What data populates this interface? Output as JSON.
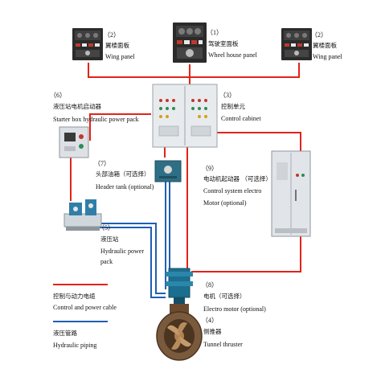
{
  "colors": {
    "power_cable": "#e2231a",
    "hydraulic": "#1f5fb4",
    "panel_dark": "#2b2b2b",
    "cabinet": "#e8ebee",
    "machine_blue": "#1c6e8f"
  },
  "components": {
    "wing_panel_left": {
      "num": "（2）",
      "cn": "翼楼面板",
      "en": "Wing panel"
    },
    "wheel_house_panel": {
      "num": "（1）",
      "cn": "驾驶室面板",
      "en": "Wheel house panel"
    },
    "wing_panel_right": {
      "num": "（2）",
      "cn": "翼楼面板",
      "en": "Wing panel"
    },
    "control_cabinet": {
      "num": "（3）",
      "cn": "控制单元",
      "en": "Control cabinet"
    },
    "starter_box": {
      "num": "（6）",
      "cn": "液压站电机启动器",
      "en": "Starter box hydraulic power pack"
    },
    "header_tank": {
      "num": "（7）",
      "cn": "头部油箱（可选择）",
      "en": "Header tank (optional)"
    },
    "motor_starter": {
      "num": "（9）",
      "cn": "电动机起动器 （可选择）",
      "en1": "Control system electro",
      "en2": "Motor (optional)"
    },
    "power_pack": {
      "num": "（5）",
      "cn": "液压站",
      "en1": "Hydraulic power",
      "en2": "pack"
    },
    "electro_motor": {
      "num": "（8）",
      "cn": "电机（可选择）",
      "en": "Electro motor (optional)"
    },
    "tunnel_thruster": {
      "num": "（4）",
      "cn": "侧推器",
      "en": "Tunnel thruster"
    }
  },
  "legend": {
    "power": {
      "cn": "控制与动力电缆",
      "en": "Control and power cable"
    },
    "hydraulic": {
      "cn": "液压管路",
      "en": "Hydraulic piping"
    }
  }
}
